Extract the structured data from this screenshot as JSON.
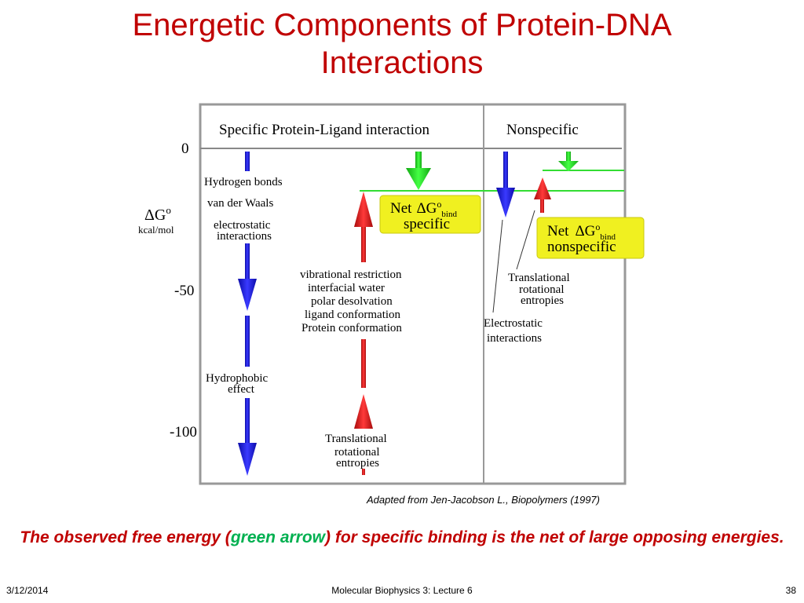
{
  "slide": {
    "title_line1": "Energetic Components of Protein-DNA",
    "title_line2": "Interactions"
  },
  "figure": {
    "header_specific": "Specific Protein-Ligand interaction",
    "header_nonspecific": "Nonspecific",
    "y_axis": {
      "label_symbol": "ΔG",
      "label_superscript": "o",
      "unit": "kcal/mol",
      "ticks": [
        "0",
        "-50",
        "-100"
      ]
    },
    "labels": {
      "hbond_line1": "Hydrogen bonds",
      "hbond_line2": "van der Waals",
      "electro_line1": "electrostatic",
      "electro_line2": "interactions",
      "hydrophobic_line1": "Hydrophobic",
      "hydrophobic_line2": "effect",
      "vib_line1": "vibrational restriction",
      "vib_line2": "interfacial water",
      "vib_line3": "polar desolvation",
      "vib_line4": "ligand conformation",
      "vib_line5": "Protein conformation",
      "trans_line1": "Translational",
      "trans_line2": "rotational",
      "trans_line3": "entropies",
      "ns_trans_line1": "Translational",
      "ns_trans_line2": "rotational",
      "ns_trans_line3": "entropies",
      "ns_electro_line1": "Electrostatic",
      "ns_electro_line2": "interactions"
    },
    "box_specific": {
      "net": "Net",
      "delta_g": "ΔG",
      "sup": "o",
      "sub": "bind",
      "word": "specific"
    },
    "box_nonspecific": {
      "net": "Net",
      "delta_g": "ΔG",
      "sup": "o",
      "sub": "bind",
      "word": "nonspecific"
    },
    "colors": {
      "favorable_arrow": "#1a1ae6",
      "unfavorable_arrow": "#e61a1a",
      "net_arrow": "#22dd22",
      "net_box": "#f0f020",
      "title_red": "#c00000"
    }
  },
  "note": "Adapted from Jen-Jacobson L., Biopolymers (1997)",
  "caption": {
    "part1": "The observed free energy (",
    "green_text": "green arrow",
    "part2": ") for specific binding is the net of large opposing energies."
  },
  "footer": {
    "date": "3/12/2014",
    "center": "Molecular Biophysics 3: Lecture 6",
    "page": "38"
  }
}
